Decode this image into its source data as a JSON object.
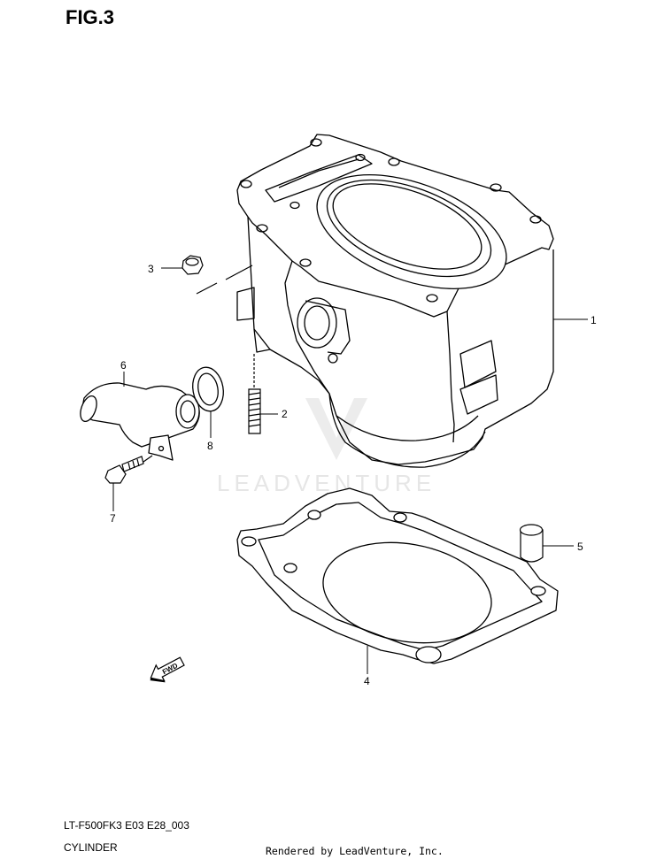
{
  "figure": {
    "title": "FIG.3"
  },
  "callouts": [
    {
      "id": "1",
      "label": "1",
      "part": "cylinder"
    },
    {
      "id": "2",
      "label": "2",
      "part": "stud"
    },
    {
      "id": "3",
      "label": "3",
      "part": "nut"
    },
    {
      "id": "4",
      "label": "4",
      "part": "cylinder-base-gasket"
    },
    {
      "id": "5",
      "label": "5",
      "part": "dowel-pin"
    },
    {
      "id": "6",
      "label": "6",
      "part": "water-inlet-pipe"
    },
    {
      "id": "7",
      "label": "7",
      "part": "bolt"
    },
    {
      "id": "8",
      "label": "8",
      "part": "o-ring"
    }
  ],
  "arrow": {
    "text": "FWD"
  },
  "watermark": {
    "text": "LEADVENTURE"
  },
  "footer": {
    "model_code": "LT-F500FK3 E03 E28_003",
    "caption": "CYLINDER",
    "rendered_by": "Rendered by LeadVenture, Inc."
  }
}
